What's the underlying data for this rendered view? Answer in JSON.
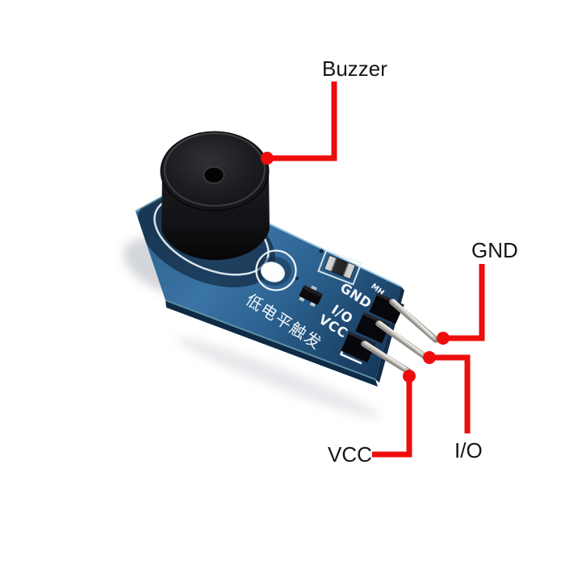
{
  "callouts": {
    "buzzer": {
      "label": "Buzzer"
    },
    "gnd": {
      "label": "GND"
    },
    "io": {
      "label": "I/O"
    },
    "vcc": {
      "label": "VCC"
    }
  },
  "module": {
    "silkscreen": {
      "pin_gnd": "GND",
      "pin_io": "I/O",
      "pin_vcc": "VCC",
      "marking": "MH",
      "trigger_text": "低电平触发"
    }
  },
  "colors": {
    "background": "#ffffff",
    "callout_red": "#ee0d0d",
    "callout_label_text": "#151515",
    "pcb_blue": "#2e6593",
    "pcb_blue_light": "#3d78a9",
    "pcb_blue_dark": "#173d60",
    "silkscreen_white": "#f2f7fa",
    "buzzer_black": "#141417",
    "pin_silver": "#c9c6c0"
  }
}
